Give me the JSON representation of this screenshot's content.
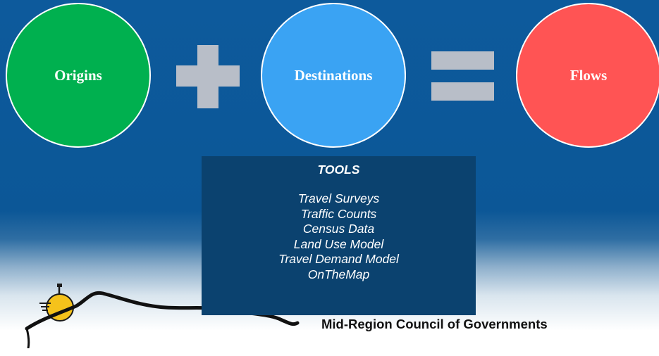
{
  "equation": {
    "origins_label": "Origins",
    "destinations_label": "Destinations",
    "flows_label": "Flows"
  },
  "tools": {
    "title": "TOOLS",
    "items": [
      "Travel Surveys",
      "Traffic Counts",
      "Census Data",
      "Land Use Model",
      "Travel Demand Model",
      "OnTheMap"
    ]
  },
  "footer": {
    "organization": "Mid-Region Council of Governments"
  },
  "colors": {
    "origins": "#00b04f",
    "destinations": "#3aa3f3",
    "flows": "#ff5454",
    "operator": "#b8bec8",
    "background": "#0d5a9c",
    "tools_box": "#0b426f"
  }
}
